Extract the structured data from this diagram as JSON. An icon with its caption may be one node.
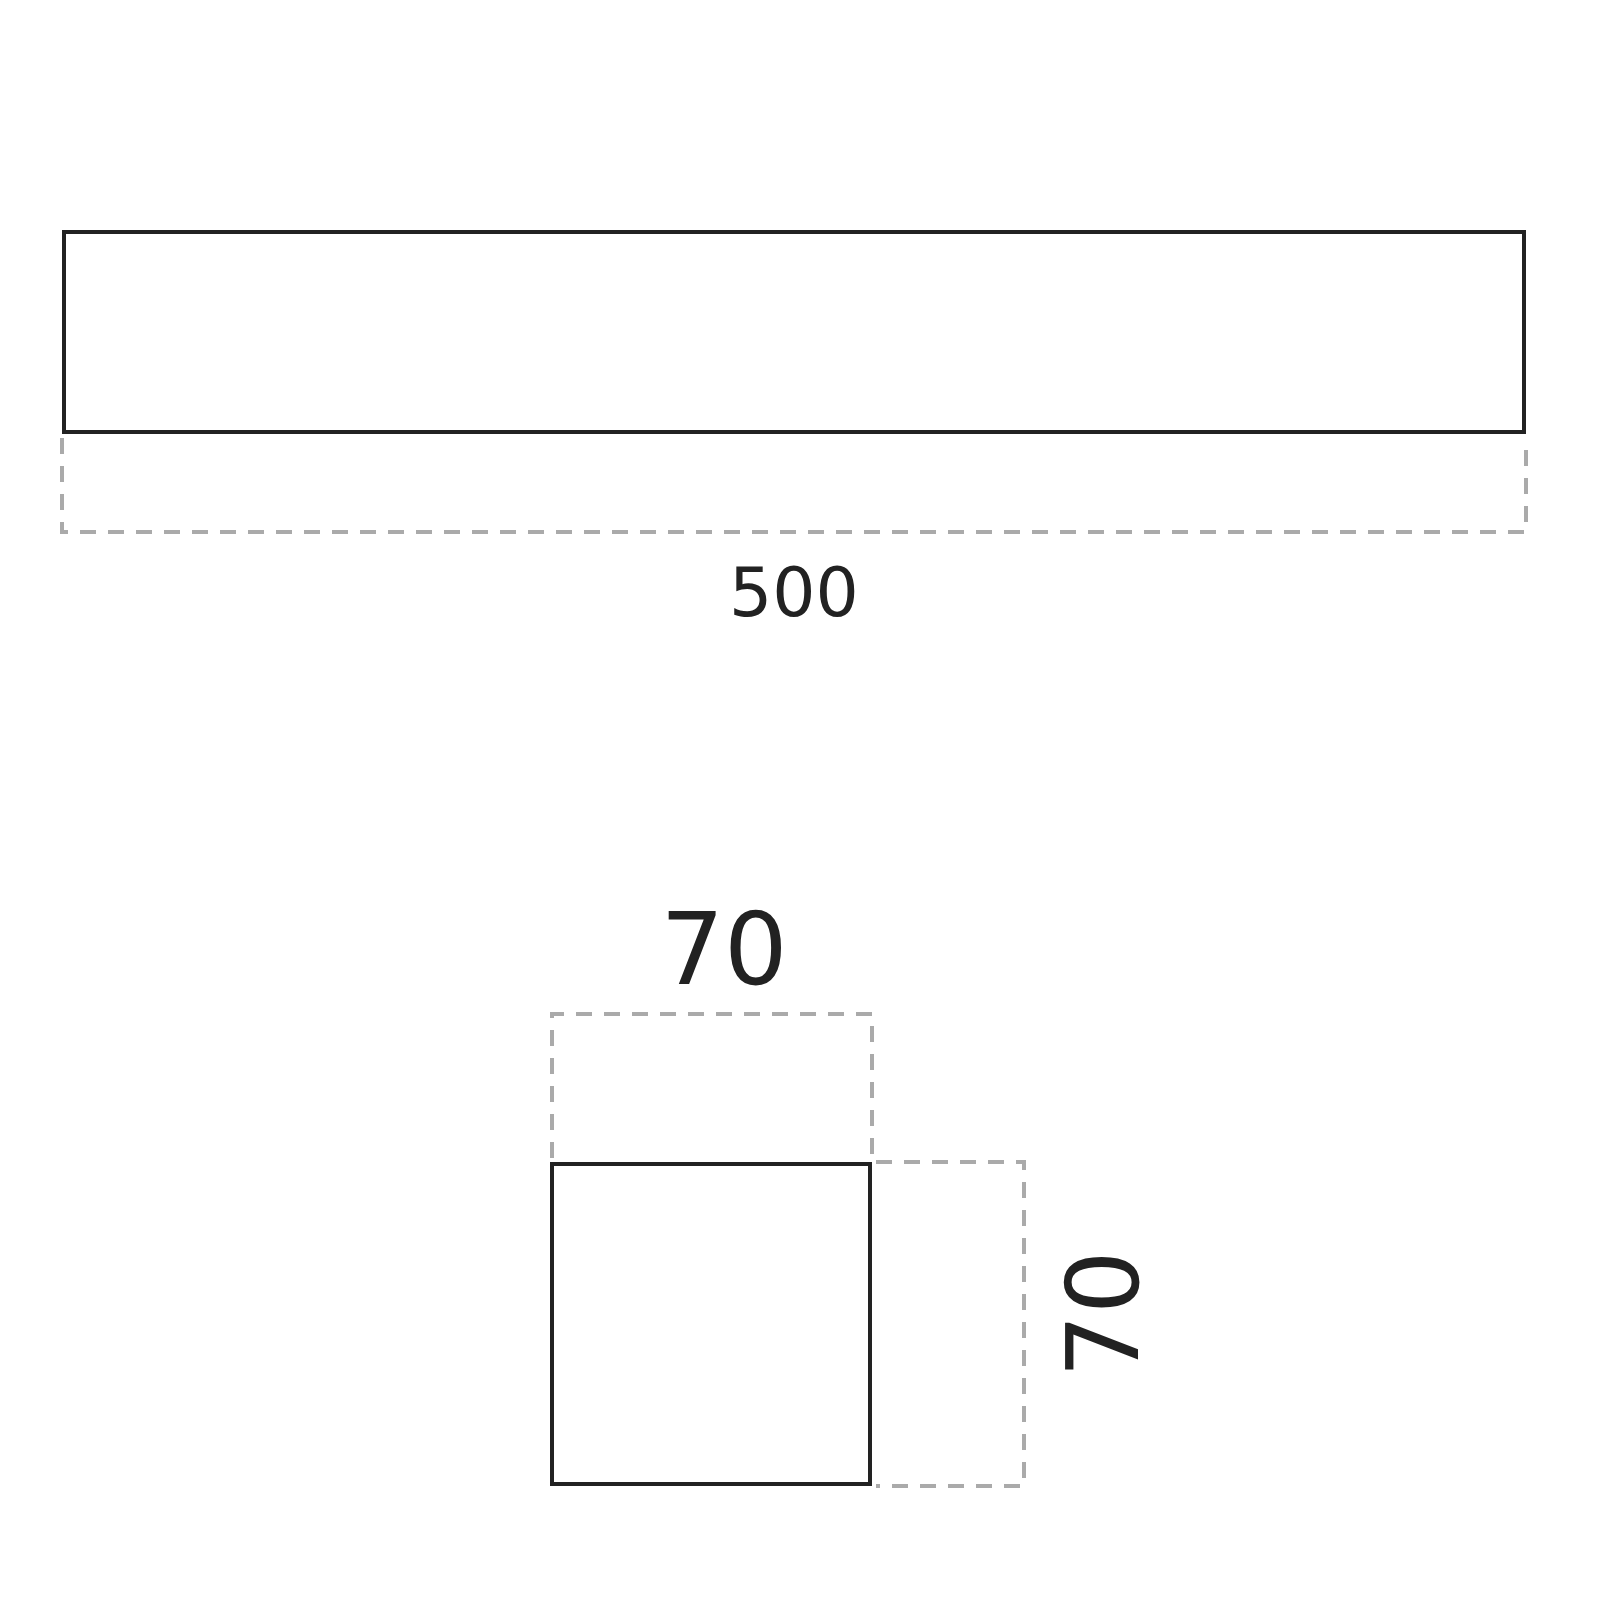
{
  "diagram": {
    "nodes": [
      {
        "text": [],
        "shape": "box"
      },
      {
        "text": [],
        "shape": "box"
      }
    ],
    "labels": [
      "500",
      "70",
      "70"
    ]
  }
}
